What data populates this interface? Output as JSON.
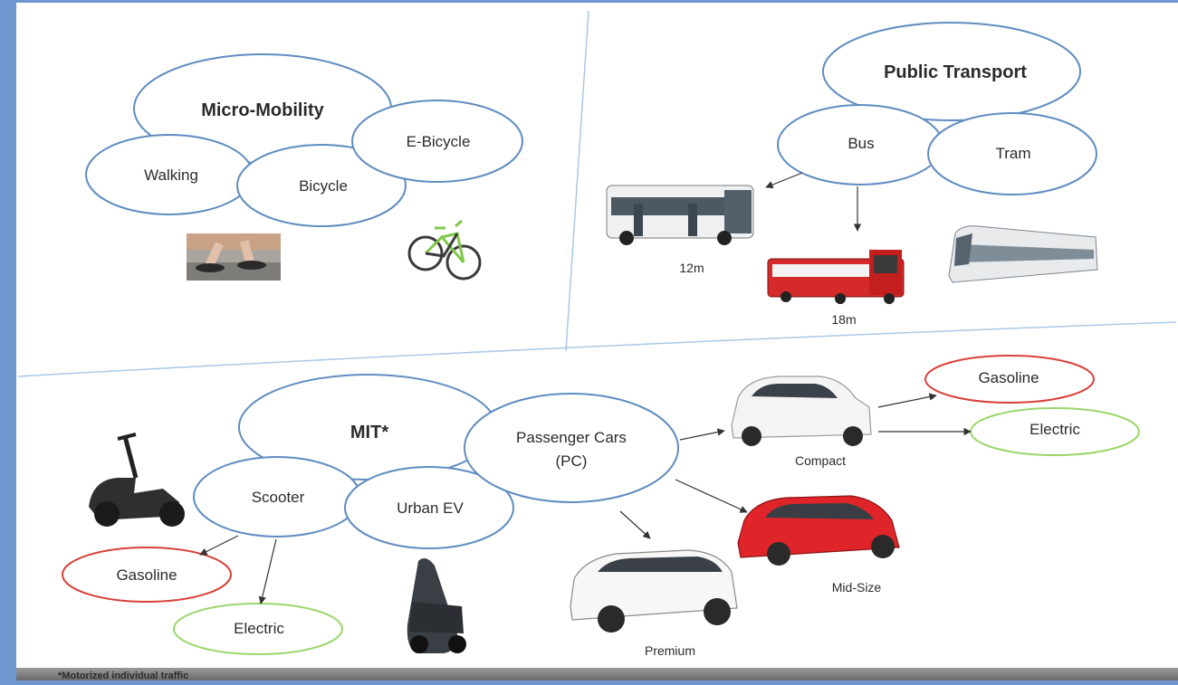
{
  "micro": {
    "title": "Micro-Mobility",
    "walking": "Walking",
    "bicycle": "Bicycle",
    "ebicycle": "E-Bicycle"
  },
  "public": {
    "title": "Public Transport",
    "bus": "Bus",
    "tram": "Tram",
    "bus_12": "12m",
    "bus_18": "18m"
  },
  "mit": {
    "title": "MIT*",
    "scooter": "Scooter",
    "urban_ev": "Urban EV",
    "pc_line1": "Passenger Cars",
    "pc_line2": "(PC)",
    "scooter_gasoline": "Gasoline",
    "scooter_electric": "Electric",
    "compact": "Compact",
    "compact_gasoline": "Gasoline",
    "compact_electric": "Electric",
    "midsize": "Mid-Size",
    "premium": "Premium"
  },
  "footnote": "*Motorized individual traffic"
}
